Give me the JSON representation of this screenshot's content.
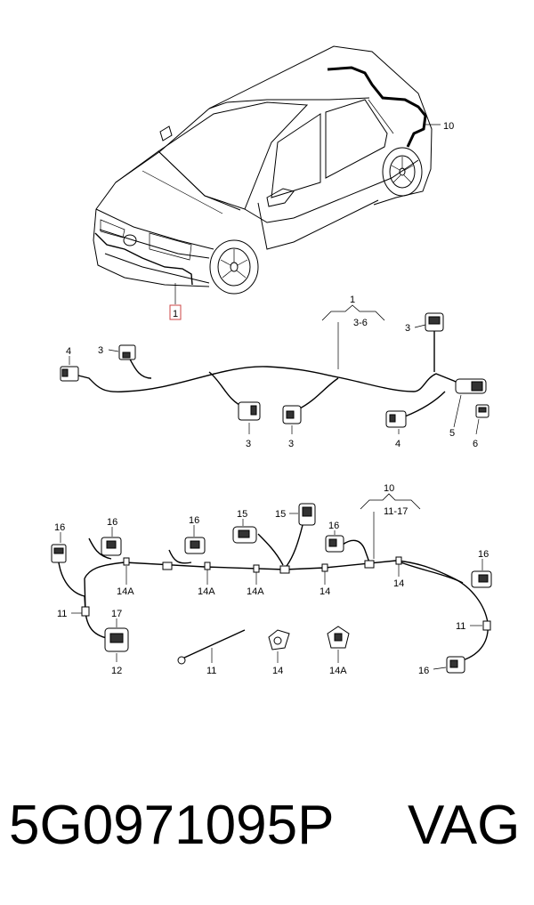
{
  "callouts": {
    "car_harness": "1",
    "rear_harness": "10",
    "front_group": "1",
    "front_range": "3-6",
    "rear_group": "10",
    "rear_range": "11-17",
    "front_labels": [
      "3",
      "4",
      "3",
      "3",
      "3",
      "4",
      "5",
      "6"
    ],
    "rear_labels": [
      "16",
      "16",
      "16",
      "15",
      "15",
      "16",
      "16",
      "14A",
      "14A",
      "14A",
      "14",
      "14",
      "11",
      "17",
      "12",
      "11",
      "14",
      "14A",
      "11",
      "16"
    ]
  },
  "part_number": "5G0971095P",
  "brand": "VAG"
}
